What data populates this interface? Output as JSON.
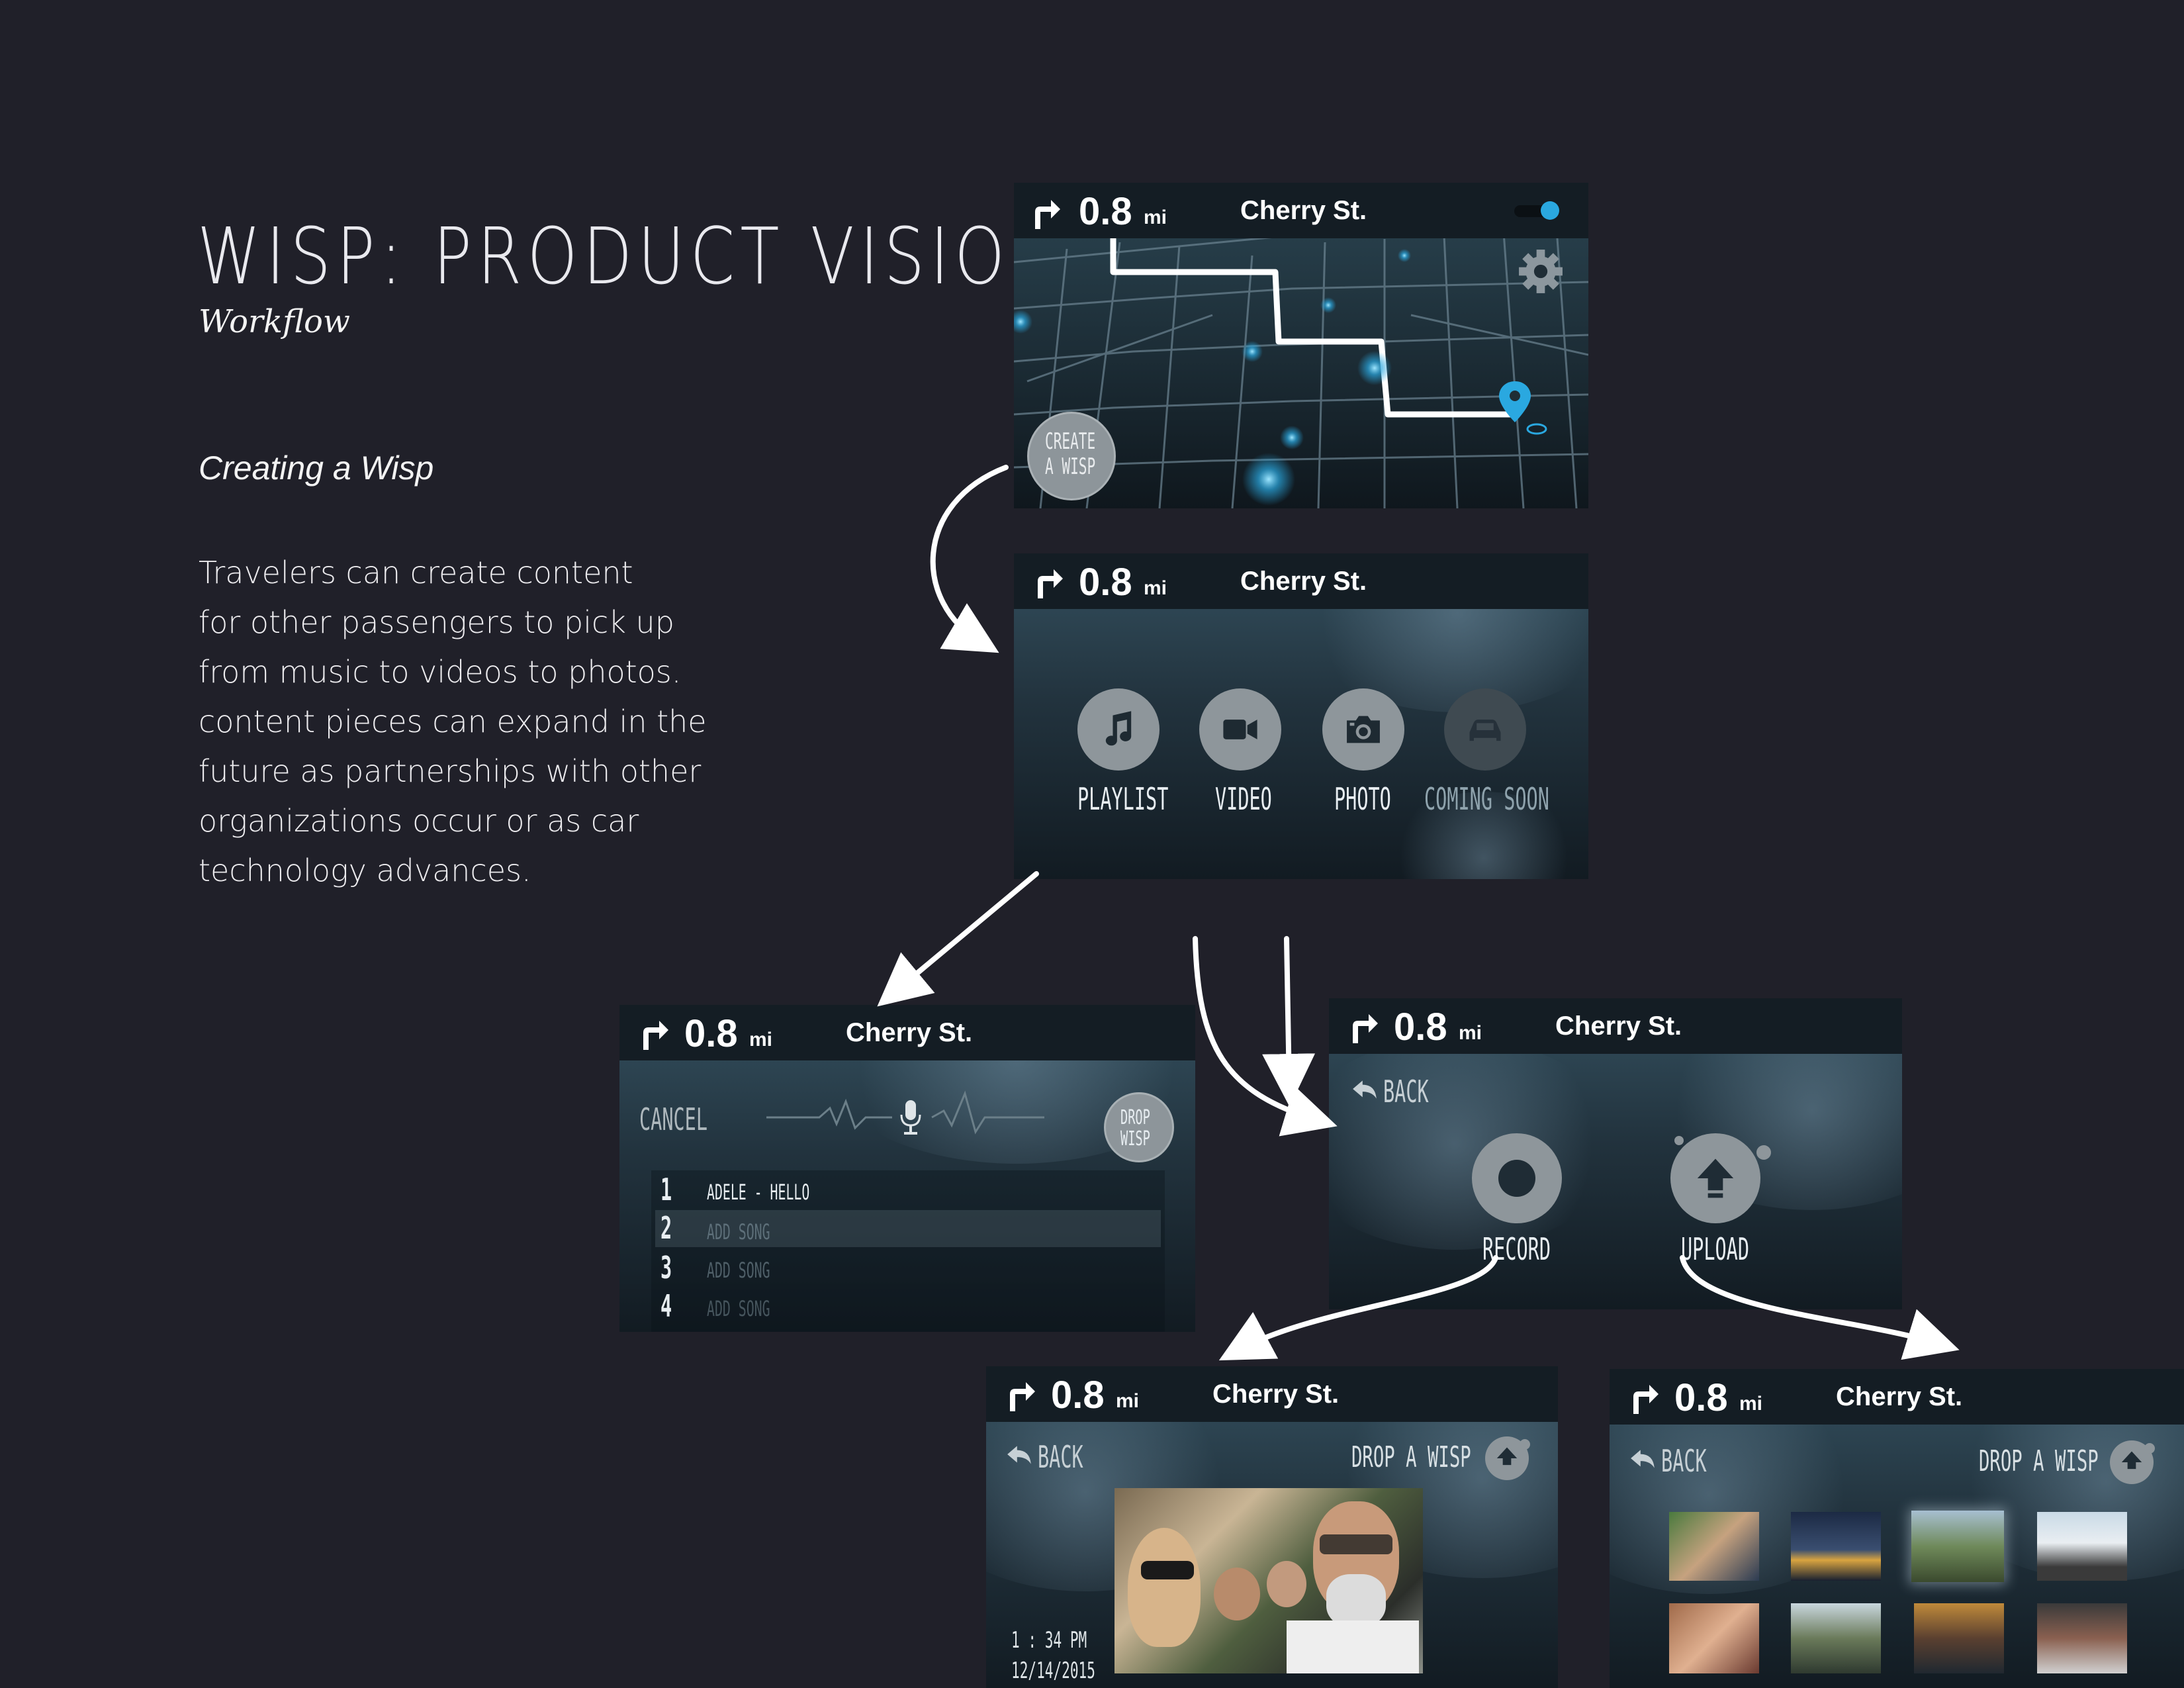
{
  "page": {
    "title": "WISP: PRODUCT VISION",
    "subtitle": "Workflow",
    "section_title": "Creating a Wisp",
    "description_lines": [
      "Travelers can create content",
      "for other passengers to pick up",
      "from music to videos to photos.",
      "content pieces can expand in the",
      "future as partnerships with other",
      "organizations occur or as car",
      "technology advances."
    ]
  },
  "nav": {
    "distance": "0.8",
    "unit": "mi",
    "street": "Cherry St."
  },
  "screen_map": {
    "create_button": [
      "CREATE",
      "A WISP"
    ]
  },
  "screen_menu": {
    "options": [
      {
        "label": "PLAYLIST",
        "icon": "music-note-icon"
      },
      {
        "label": "VIDEO",
        "icon": "video-camera-icon"
      },
      {
        "label": "PHOTO",
        "icon": "camera-icon"
      },
      {
        "label": "COMING SOON",
        "icon": "car-icon"
      }
    ]
  },
  "screen_playlist": {
    "cancel": "CANCEL",
    "drop_button": [
      "DROP",
      "WISP"
    ],
    "songs": [
      {
        "num": "1",
        "title": "ADELE - HELLO"
      },
      {
        "num": "2",
        "title": "ADD SONG"
      },
      {
        "num": "3",
        "title": "ADD SONG"
      },
      {
        "num": "4",
        "title": "ADD SONG"
      }
    ]
  },
  "screen_photo_source": {
    "back": "BACK",
    "record": "RECORD",
    "upload": "UPLOAD"
  },
  "screen_record": {
    "back": "BACK",
    "drop": "DROP A WISP",
    "time": "1 : 34 PM",
    "date": "12/14/2015"
  },
  "screen_upload": {
    "back": "BACK",
    "drop": "DROP A WISP"
  },
  "colors": {
    "background": "#202029",
    "accent": "#2aa8e0",
    "header": "#141d24"
  }
}
